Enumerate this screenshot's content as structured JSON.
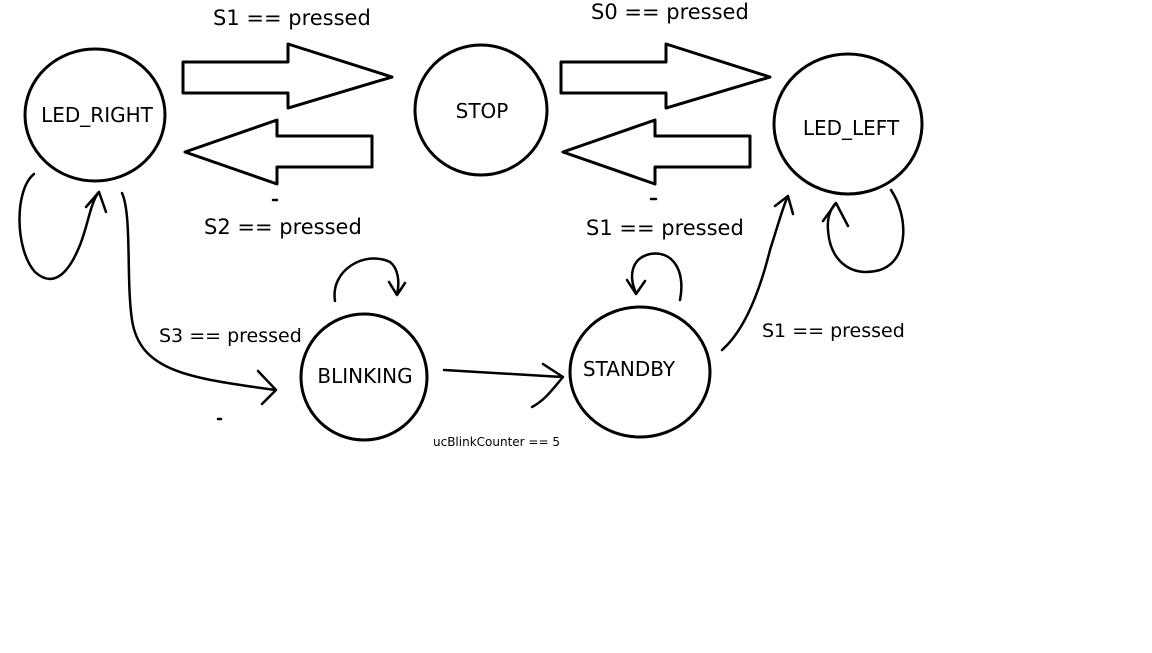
{
  "states": {
    "led_right": "LED_RIGHT",
    "stop": "STOP",
    "led_left": "LED_LEFT",
    "blinking": "BLINKING",
    "standby": "STANDBY"
  },
  "transitions": {
    "right_to_stop": "S1 == pressed",
    "stop_to_left": "S0 == pressed",
    "stop_to_right": "S2 == pressed",
    "left_to_stop": "S1 == pressed",
    "right_to_blinking": "S3 == pressed",
    "standby_to_left": "S1 == pressed",
    "blinking_to_standby": "ucBlinkCounter == 5"
  }
}
